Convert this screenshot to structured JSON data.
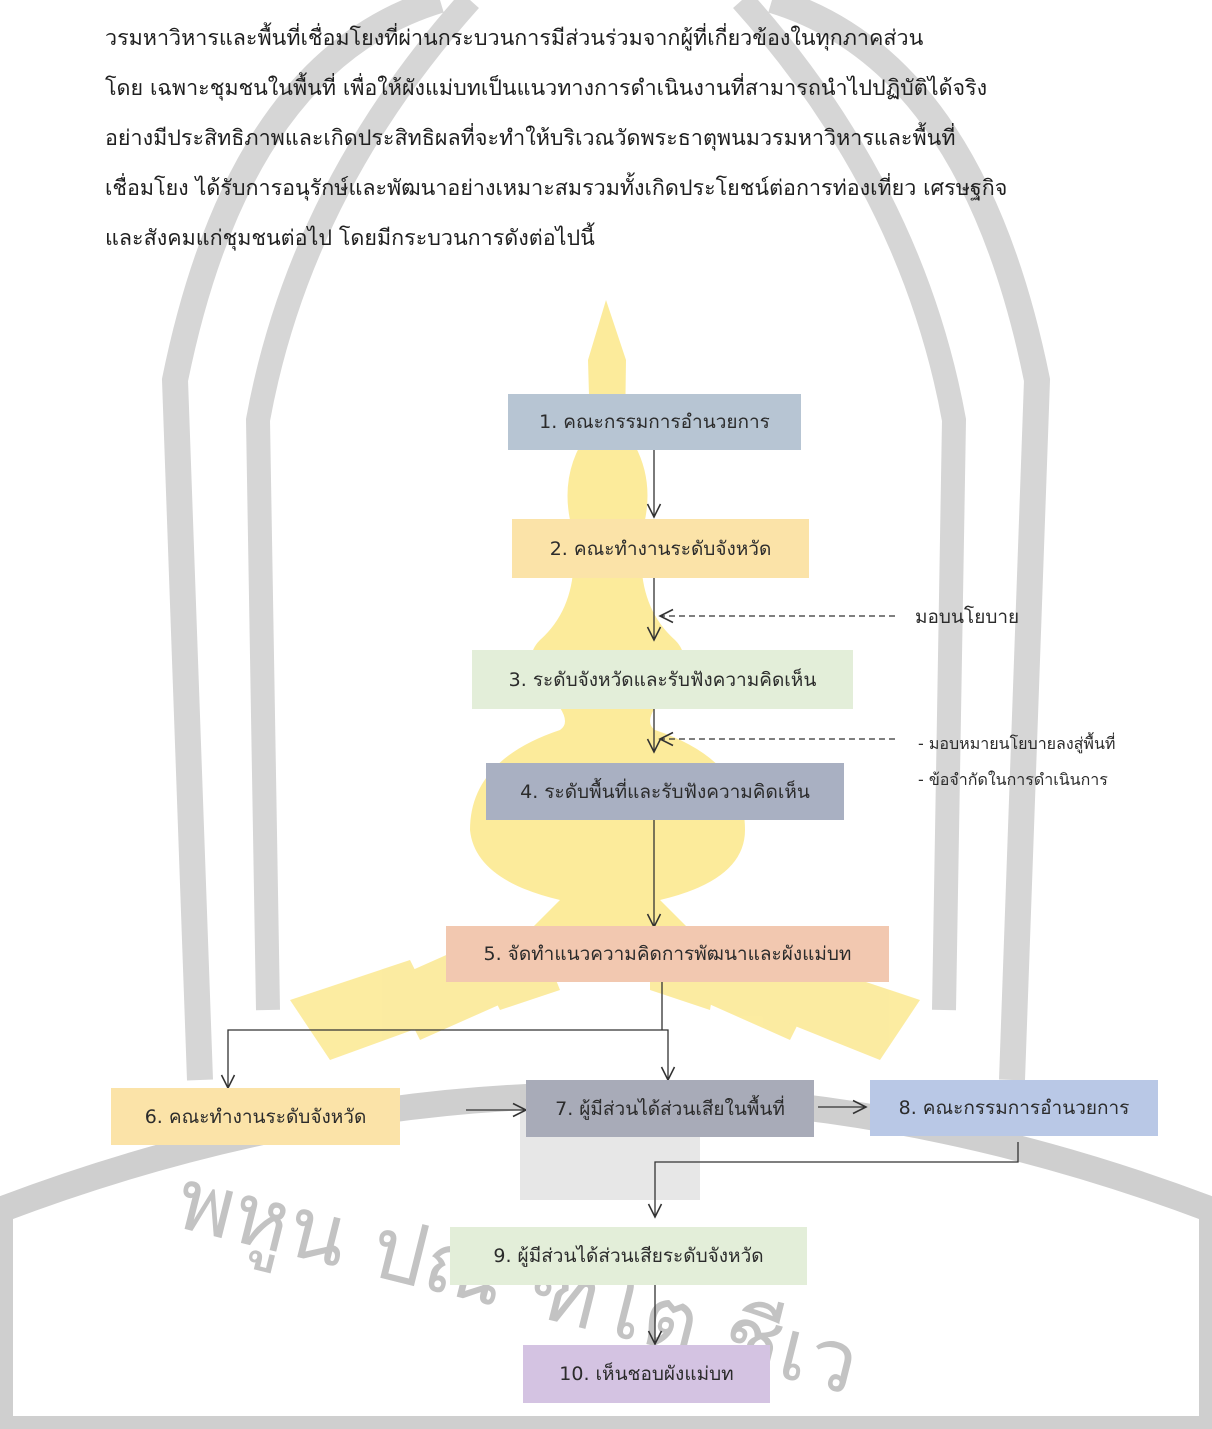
{
  "paragraph": {
    "lines": [
      "วรมหาวิหารและพื้นที่เชื่อมโยงที่ผ่านกระบวนการมีส่วนร่วมจากผู้ที่เกี่ยวข้องในทุกภาคส่วน",
      "โดย เฉพาะชุมชนในพื้นที่ เพื่อให้ผังแม่บทเป็นแนวทางการดำเนินงานที่สามารถนำไปปฏิบัติได้จริง",
      "อย่างมีประสิทธิภาพและเกิดประสิทธิผลที่จะทำให้บริเวณวัดพระธาตุพนมวรมหาวิหารและพื้นที่",
      "เชื่อมโยง ได้รับการอนุรักษ์และพัฒนาอย่างเหมาะสมรวมทั้งเกิดประโยชน์ต่อการท่องเที่ยว เศรษฐกิจ",
      "และสังคมแก่ชุมชนต่อไป โดยมีกระบวนการดังต่อไปนี้"
    ]
  },
  "flowchart": {
    "steps": [
      {
        "label": "1. คณะกรรมการอำนวยการ",
        "color": "#b7c5d3"
      },
      {
        "label": "2. คณะทำงานระดับจังหวัด",
        "color": "#fbe3a8"
      },
      {
        "label": "3. ระดับจังหวัดและรับฟังความคิดเห็น",
        "color": "#e3eed9"
      },
      {
        "label": "4. ระดับพื้นที่และรับฟังความคิดเห็น",
        "color": "#a9b0c2"
      },
      {
        "label": "5. จัดทำแนวความคิดการพัฒนาและผังแม่บท",
        "color": "#f2c8b0"
      },
      {
        "label": "6. คณะทำงานระดับจังหวัด",
        "color": "#fbe3a8"
      },
      {
        "label": "7. ผู้มีส่วนได้ส่วนเสียในพื้นที่",
        "color": "#a8abb8"
      },
      {
        "label": "8. คณะกรรมการอำนวยการ",
        "color": "#b9c8e6"
      },
      {
        "label": "9. ผู้มีส่วนได้ส่วนเสียระดับจังหวัด",
        "color": "#e3eed9"
      },
      {
        "label": "10. เห็นชอบผังแม่บท",
        "color": "#d4c3e2"
      }
    ],
    "notes": {
      "policy": "มอบนโยบาย",
      "assign": "- มอบหมายนโยบายลงสู่พื้นที่",
      "limits": "- ข้อจำกัดในการดำเนินการ"
    }
  },
  "watermark": {
    "text": "พหูน ปณ ฑโต ชีเว",
    "colors": {
      "gold": "#fbe78a",
      "gray": "#cfcfcf",
      "dark": "#b9b9b9"
    }
  }
}
